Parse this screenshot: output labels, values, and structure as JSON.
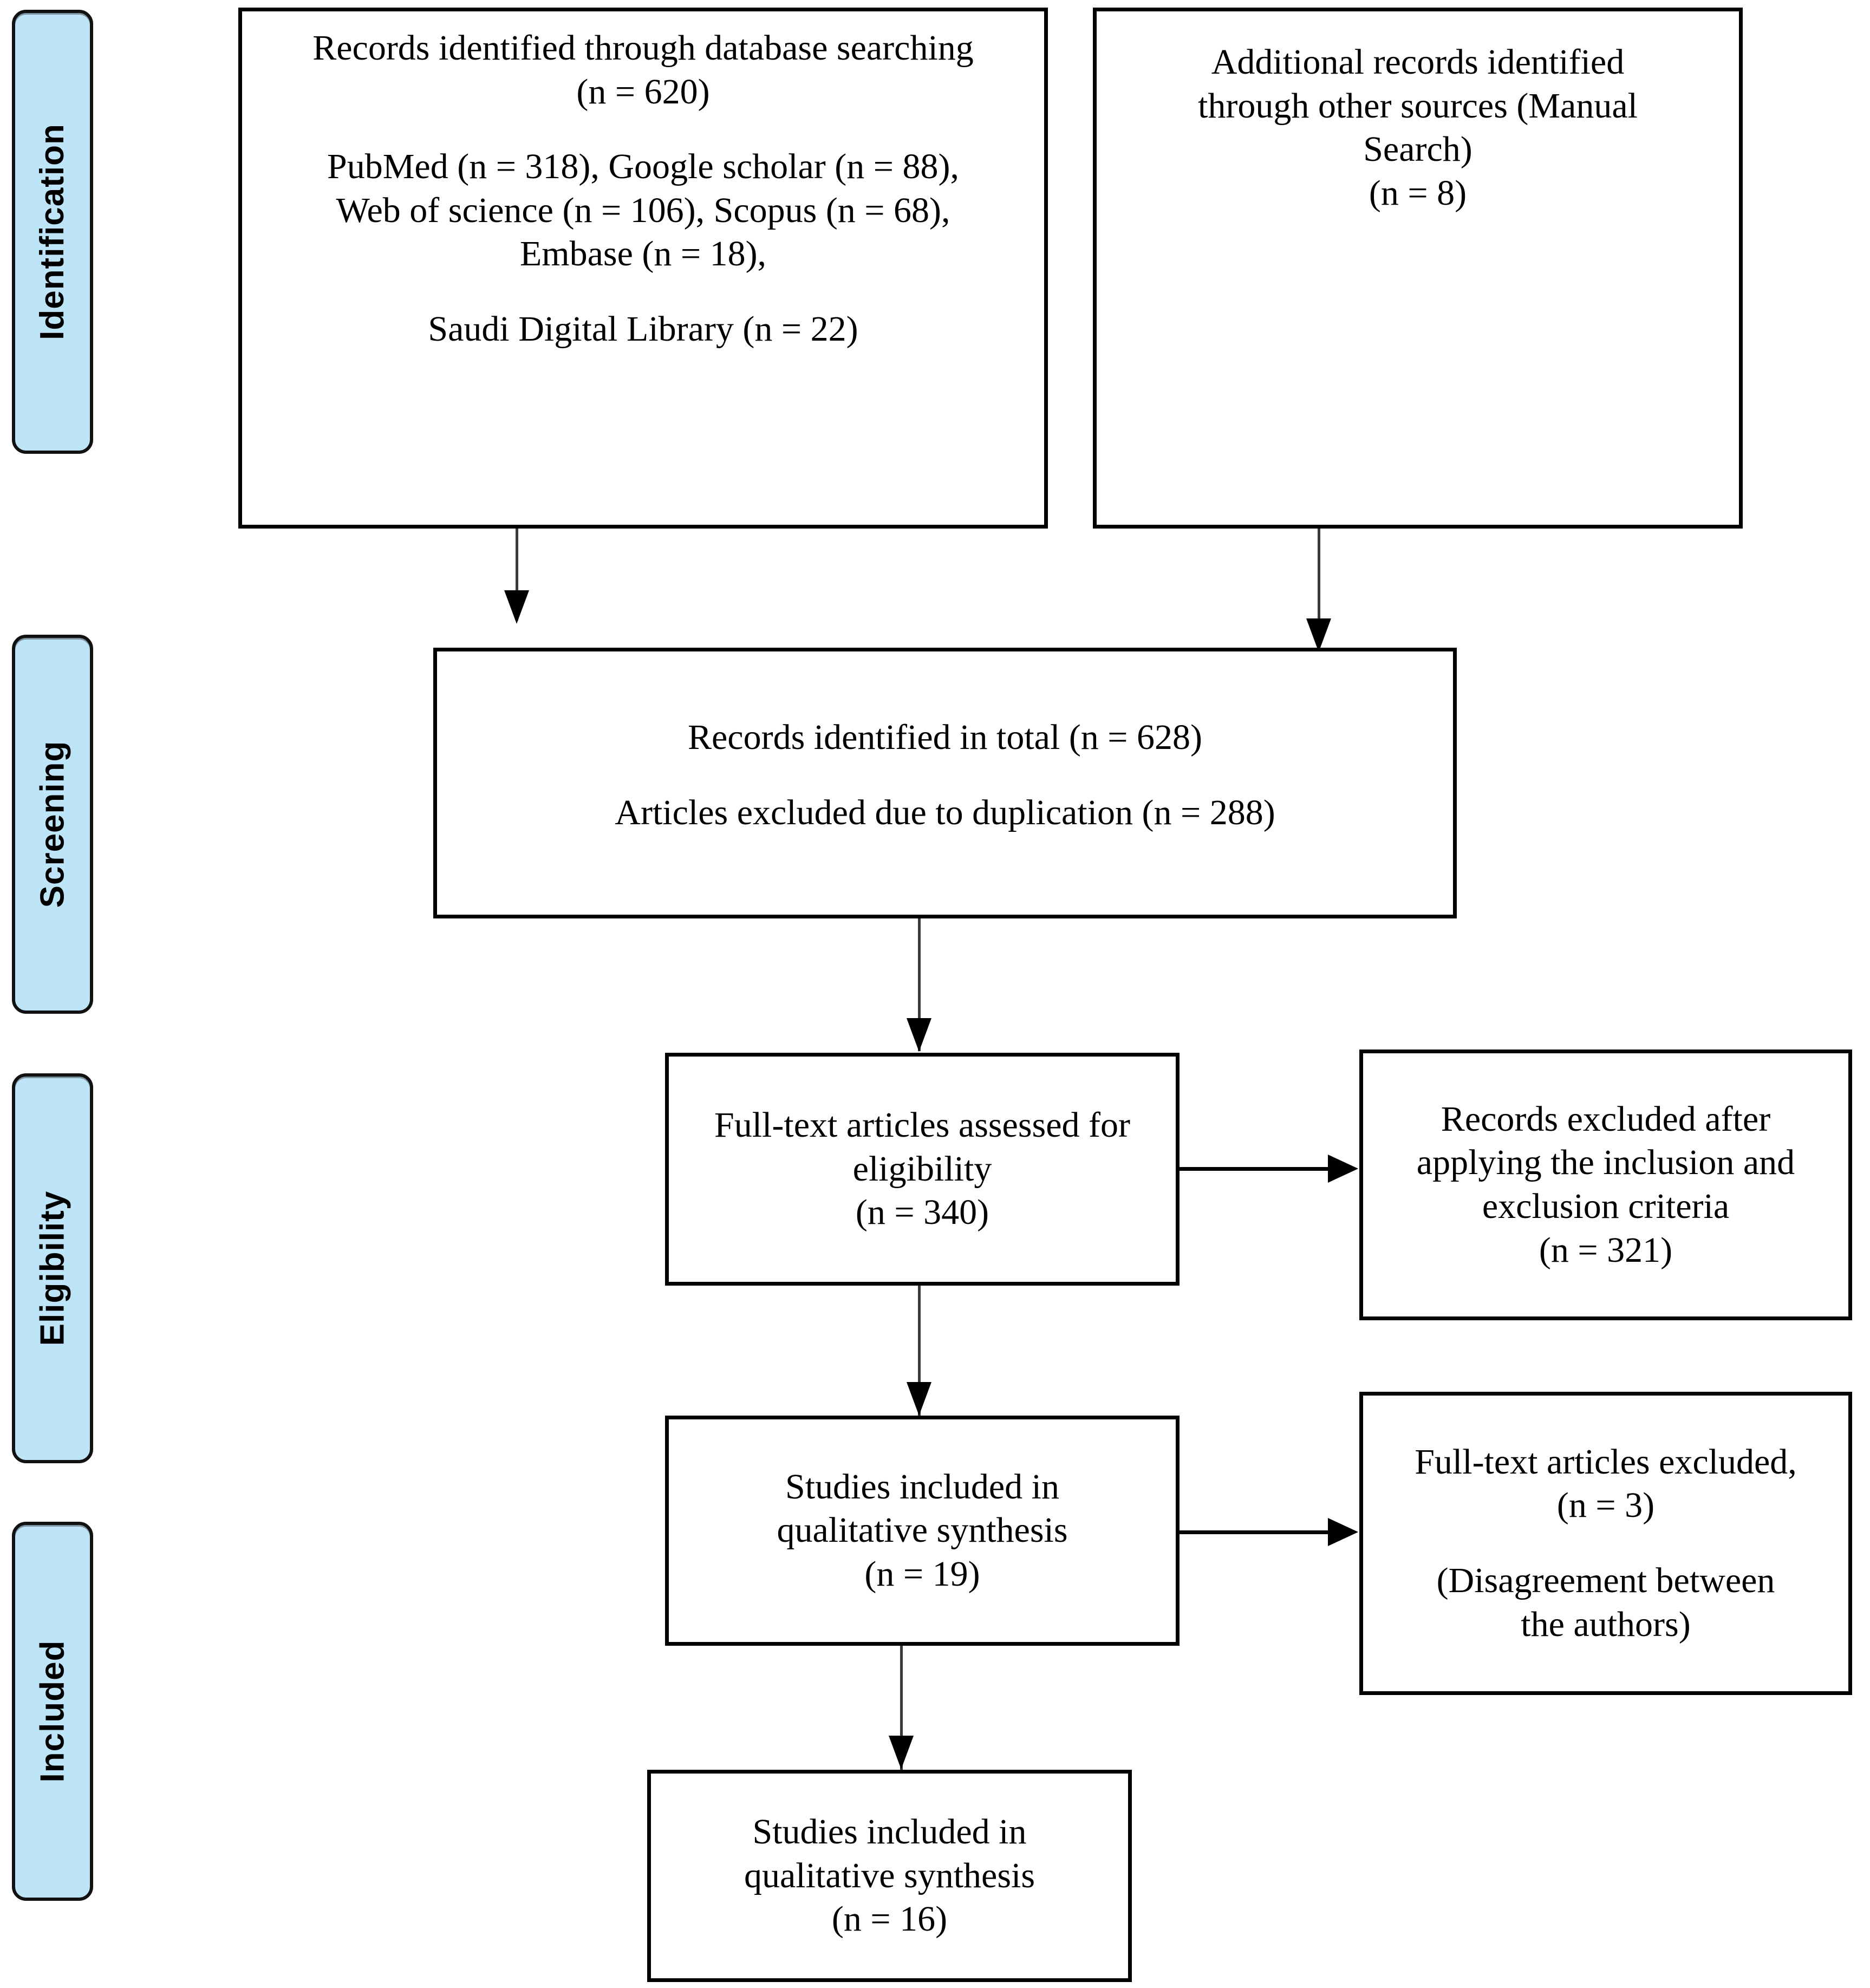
{
  "diagram": {
    "title": "PRISMA flow diagram",
    "accent_color": "#bee5f7",
    "border_color": "#000000",
    "connector_color": "#3a3a3a"
  },
  "stages": [
    {
      "id": "identification",
      "label": "Identification"
    },
    {
      "id": "screening",
      "label": "Screening"
    },
    {
      "id": "eligibility",
      "label": "Eligibility"
    },
    {
      "id": "included",
      "label": "Included"
    }
  ],
  "boxes": {
    "database_search": {
      "line1": "Records identified through database searching\n(n = 620)",
      "line2": "PubMed (n = 318), Google scholar (n = 88),\nWeb of science (n = 106), Scopus (n = 68),\nEmbase (n = 18),",
      "line3": "Saudi Digital Library (n = 22)"
    },
    "other_sources": {
      "line1": "Additional records identified\nthrough other sources (Manual\nSearch)\n(n = 8)"
    },
    "records_total": {
      "line1": "Records identified in total (n = 628)",
      "line2": "Articles excluded due to duplication (n = 288)"
    },
    "full_text_assessed": {
      "line1": "Full-text articles assessed for\neligibility\n(n = 340)"
    },
    "records_excluded": {
      "line1": "Records excluded after\napplying the inclusion and\nexclusion criteria\n(n = 321)"
    },
    "qualitative_19": {
      "line1": "Studies included in\nqualitative synthesis\n(n = 19)"
    },
    "fulltext_excluded": {
      "line1": "Full-text articles excluded,\n(n = 3)",
      "line2": "(Disagreement between\nthe authors)"
    },
    "qualitative_16": {
      "line1": "Studies included in\nqualitative synthesis\n(n = 16)"
    }
  }
}
